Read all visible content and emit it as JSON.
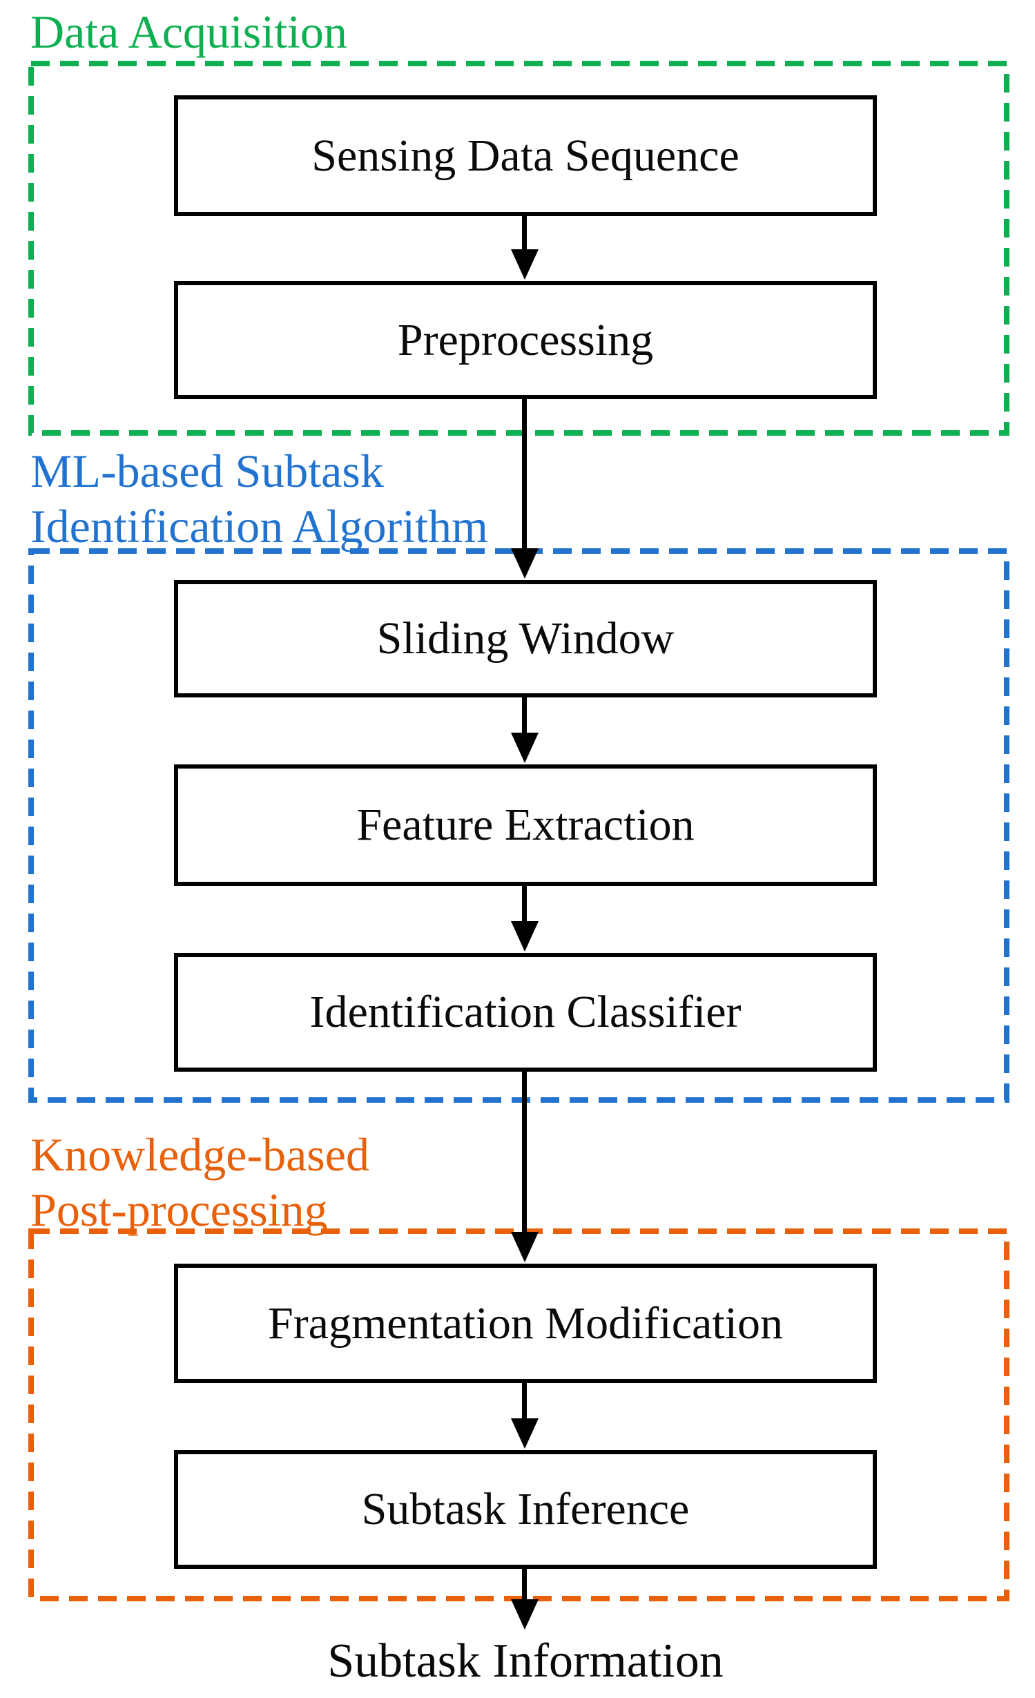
{
  "figure": {
    "background": "#ffffff",
    "arrow_color": "#000000",
    "box_border_color": "#000000",
    "final_output_label": "Subtask Information",
    "sections": [
      {
        "name": "data-acquisition",
        "label": "Data Acquisition",
        "color": "#0eaf51",
        "boxes": [
          {
            "label": "Sensing Data Sequence"
          },
          {
            "label": "Preprocessing"
          }
        ]
      },
      {
        "name": "ml-based-subtask-identification-algorithm",
        "label_line1": "ML-based Subtask",
        "label_line2": "Identification Algorithm",
        "color": "#2273d0",
        "boxes": [
          {
            "label": "Sliding Window"
          },
          {
            "label": "Feature Extraction"
          },
          {
            "label": "Identification Classifier"
          }
        ]
      },
      {
        "name": "knowledge-based-post-processing",
        "label_line1": "Knowledge-based",
        "label_line2": "Post-processing",
        "color": "#e8600a",
        "boxes": [
          {
            "label": "Fragmentation Modification"
          },
          {
            "label": "Subtask Inference"
          }
        ]
      }
    ]
  }
}
